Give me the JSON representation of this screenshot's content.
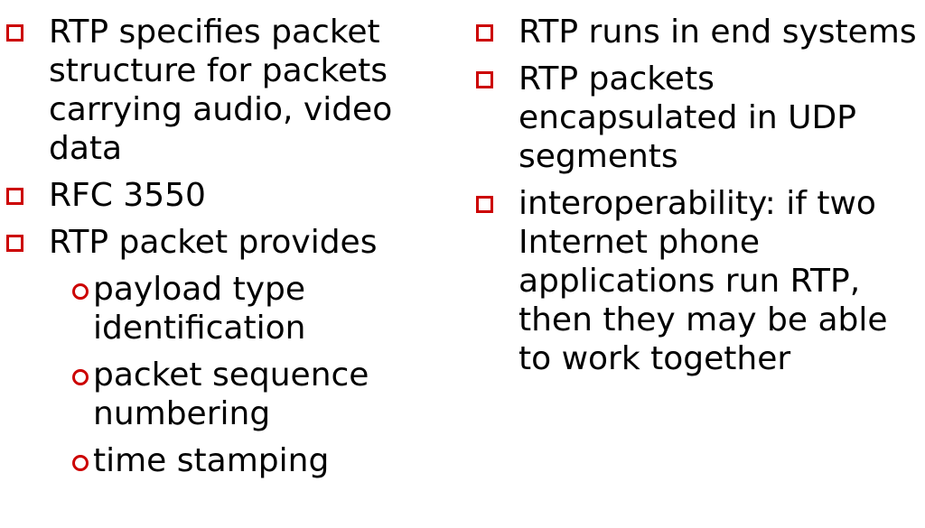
{
  "colors": {
    "bullet": "#cc0000",
    "text": "#000000",
    "background": "#ffffff"
  },
  "left_column": {
    "items": [
      {
        "text": "RTP specifies packet structure for packets carrying audio, video data"
      },
      {
        "text": "RFC 3550"
      },
      {
        "text": "RTP packet provides"
      }
    ],
    "subitems": [
      {
        "text": "payload type identification"
      },
      {
        "text": "packet sequence numbering"
      },
      {
        "text": "time stamping"
      }
    ]
  },
  "right_column": {
    "items": [
      {
        "text": "RTP runs in end systems"
      },
      {
        "text": "RTP packets encapsulated in UDP segments"
      },
      {
        "text": "interoperability: if two Internet phone applications run RTP, then they may be able to work together"
      }
    ]
  }
}
